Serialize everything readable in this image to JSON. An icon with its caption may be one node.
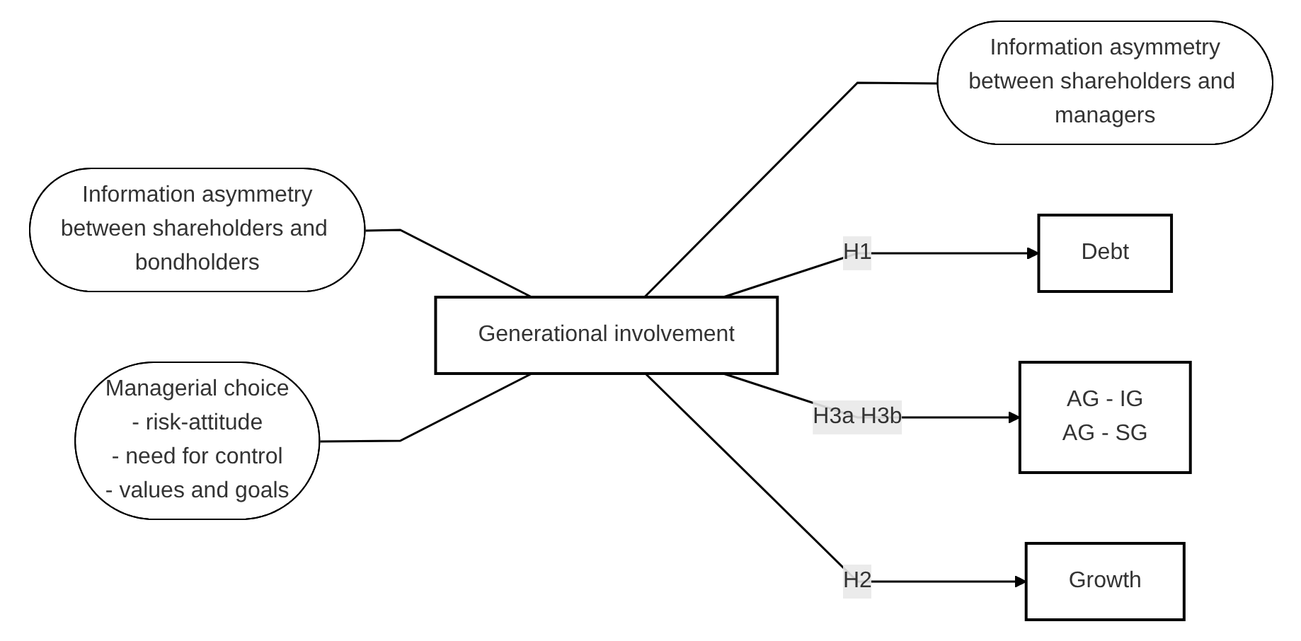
{
  "diagram": {
    "nodes": [
      {
        "text": [
          "Information asymmetry",
          "between shareholders and bondholders"
        ]
      },
      {
        "text": [
          "Managerial choice",
          "- risk-attitude",
          "- need for control",
          "- values and goals"
        ]
      },
      {
        "text": [
          "Generational involvement"
        ]
      },
      {
        "text": [
          "Information asymmetry",
          "between shareholders and managers"
        ]
      },
      {
        "text": [
          "Debt"
        ]
      },
      {
        "text": [
          "AG - IG",
          "AG - SG"
        ]
      },
      {
        "text": [
          "Growth"
        ]
      }
    ],
    "edges": [
      {
        "from": 0,
        "to": 2,
        "arrow": "none"
      },
      {
        "from": 1,
        "to": 2,
        "arrow": "none"
      },
      {
        "from": 2,
        "to": 3,
        "arrow": "none"
      },
      {
        "from": 2,
        "to": 4,
        "arrow": "to",
        "label": "H1"
      },
      {
        "from": 2,
        "to": 5,
        "arrow": "to",
        "label": "H3a H3b"
      },
      {
        "from": 2,
        "to": 6,
        "arrow": "to",
        "label": "H2"
      }
    ]
  }
}
